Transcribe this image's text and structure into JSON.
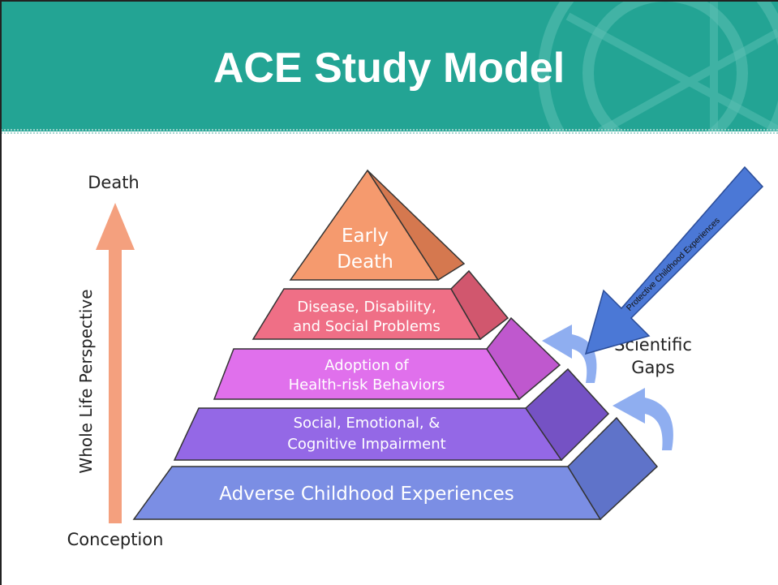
{
  "slide": {
    "title": "ACE Study Model"
  },
  "axis": {
    "top_label": "Death",
    "bottom_label": "Conception",
    "side_label": "Whole Life Perspective"
  },
  "pyramid": {
    "levels": [
      {
        "line1": "Early",
        "line2": "Death"
      },
      {
        "line1": "Disease, Disability,",
        "line2": "and Social Problems"
      },
      {
        "line1": "Adoption of",
        "line2": "Health-risk Behaviors"
      },
      {
        "line1": "Social, Emotional, &",
        "line2": "Cognitive Impairment"
      },
      {
        "line1": "Adverse Childhood Experiences"
      }
    ]
  },
  "gaps": {
    "line1": "Scientific",
    "line2": "Gaps"
  },
  "protective": {
    "label": "Protective Childhood Experiences"
  },
  "colors": {
    "header": "#23a494",
    "arrow": "#f4a07e",
    "level1": "#f59a6e",
    "level2": "#ef6f86",
    "level3": "#e070ec",
    "level4": "#9468e6",
    "level5": "#7b8ee4",
    "blue_arrow": "#4b78d6",
    "curve_arrows": "#8faef0"
  }
}
